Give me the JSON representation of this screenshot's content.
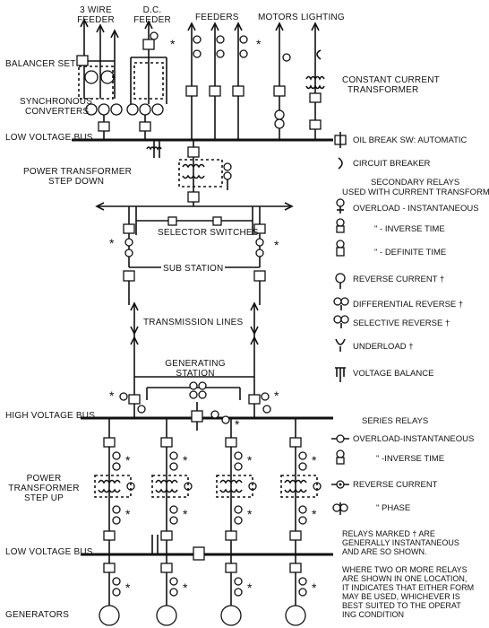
{
  "labels": {
    "three_wire_feeder": [
      "3 WIRE",
      "FEEDER"
    ],
    "dc_feeder": [
      "D.C.",
      "FEEDER"
    ],
    "feeders": "FEEDERS",
    "motors": "MOTORS",
    "lighting": "LIGHTING",
    "balancer_set": "BALANCER SET",
    "constant_current_transformer": [
      "CONSTANT CURRENT",
      "TRANSFORMER"
    ],
    "synchronous_converters": [
      "SYNCHRONOUS",
      "CONVERTERS"
    ],
    "low_voltage_bus_top": "LOW VOLTAGE BUS",
    "power_transformer_step_down": [
      "POWER TRANSFORMER",
      "STEP DOWN"
    ],
    "selector_switches": "SELECTOR SWITCHES",
    "sub_station": "SUB STATION",
    "transmission_lines": "TRANSMISSION LINES",
    "generating_station": [
      "GENERATING",
      "STATION"
    ],
    "high_voltage_bus": "HIGH VOLTAGE BUS",
    "power_transformer_step_up": [
      "POWER",
      "TRANSFORMER",
      "STEP UP"
    ],
    "low_voltage_bus_bottom": "LOW VOLTAGE BUS",
    "generators": "GENERATORS"
  },
  "legend": {
    "oil_break": "OIL BREAK SW: AUTOMATIC",
    "circuit_breaker": "CIRCUIT BREAKER",
    "secondary_heading": [
      "SECONDARY RELAYS",
      "USED WITH CURRENT TRANSFORMERS"
    ],
    "overload_instantaneous": "OVERLOAD - INSTANTANEOUS",
    "inverse_time": "\"     - INVERSE TIME",
    "definite_time": "\"     - DEFINITE TIME",
    "reverse_current": "REVERSE CURRENT †",
    "differential_reverse": "DIFFERENTIAL REVERSE †",
    "selective_reverse": "SELECTIVE REVERSE †",
    "underload": "UNDERLOAD †",
    "voltage_balance": "VOLTAGE BALANCE",
    "series_heading": "SERIES RELAYS",
    "series_overload": "OVERLOAD-INSTANTANEOUS",
    "series_inverse": "\"     -INVERSE TIME",
    "series_reverse": "REVERSE CURRENT",
    "series_phase": "\"     PHASE"
  },
  "notes": {
    "dagger_note": [
      "RELAYS MARKED † ARE",
      "GENERALLY INSTANTANEOUS",
      "AND ARE SO SHOWN."
    ],
    "star_note": [
      "WHERE TWO OR MORE RELAYS",
      "ARE SHOWN IN ONE LOCATION,",
      "IT INDICATES THAT EITHER FORM",
      "MAY BE USED, WHICHEVER IS",
      "BEST SUITED TO THE OPERAT",
      "ING CONDITION"
    ]
  },
  "marks": {
    "star": "*"
  }
}
